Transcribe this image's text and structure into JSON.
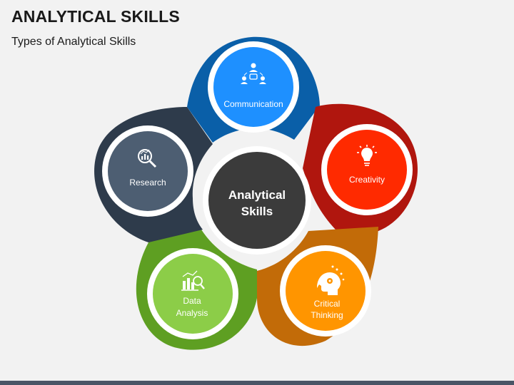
{
  "title": "ANALYTICAL SKILLS",
  "subtitle": "Types of Analytical Skills",
  "center": {
    "line1": "Analytical",
    "line2": "Skills"
  },
  "nodes": [
    {
      "id": "communication",
      "line1": "Communication",
      "line2": "",
      "icon": "people-network-icon",
      "outer": "#0a5fa8",
      "inner": "#1e90ff"
    },
    {
      "id": "creativity",
      "line1": "Creativity",
      "line2": "",
      "icon": "lightbulb-icon",
      "outer": "#b0160e",
      "inner": "#ff2a00"
    },
    {
      "id": "critical-thinking",
      "line1": "Critical",
      "line2": "Thinking",
      "icon": "head-gears-icon",
      "outer": "#c26b08",
      "inner": "#ff9500"
    },
    {
      "id": "data-analysis",
      "line1": "Data",
      "line2": "Analysis",
      "icon": "chart-magnifier-icon",
      "outer": "#5e9f22",
      "inner": "#8ccd48"
    },
    {
      "id": "research",
      "line1": "Research",
      "line2": "",
      "icon": "magnifier-chart-icon",
      "outer": "#2e3b4b",
      "inner": "#4d5e72"
    }
  ],
  "colors": {
    "center": "#3b3b3b",
    "ring": "#ffffff",
    "background": "#f2f2f2"
  }
}
